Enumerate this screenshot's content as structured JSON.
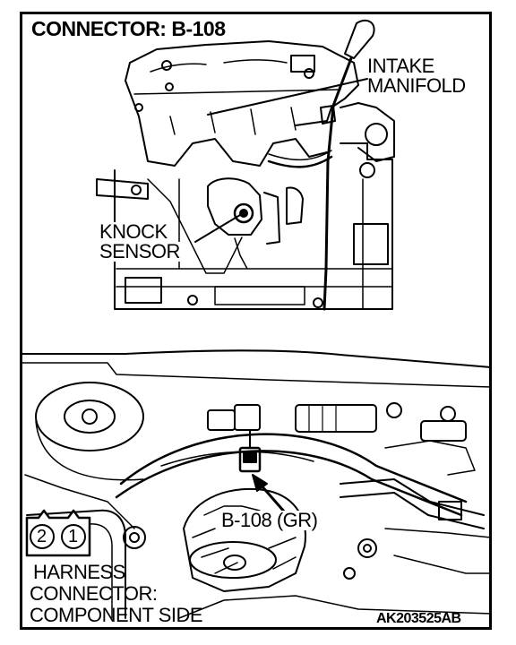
{
  "title": "CONNECTOR: B-108",
  "labels": {
    "intake_manifold_line1": "INTAKE",
    "intake_manifold_line2": "MANIFOLD",
    "knock_sensor_line1": "KNOCK",
    "knock_sensor_line2": "SENSOR",
    "connector_callout": "B-108 (GR)",
    "harness_line1": "HARNESS",
    "harness_line2": "CONNECTOR:",
    "harness_line3": "COMPONENT SIDE",
    "figure_code": "AK203525AB"
  },
  "pins": [
    "2",
    "1"
  ],
  "colors": {
    "ink": "#000000",
    "paper": "#ffffff"
  }
}
